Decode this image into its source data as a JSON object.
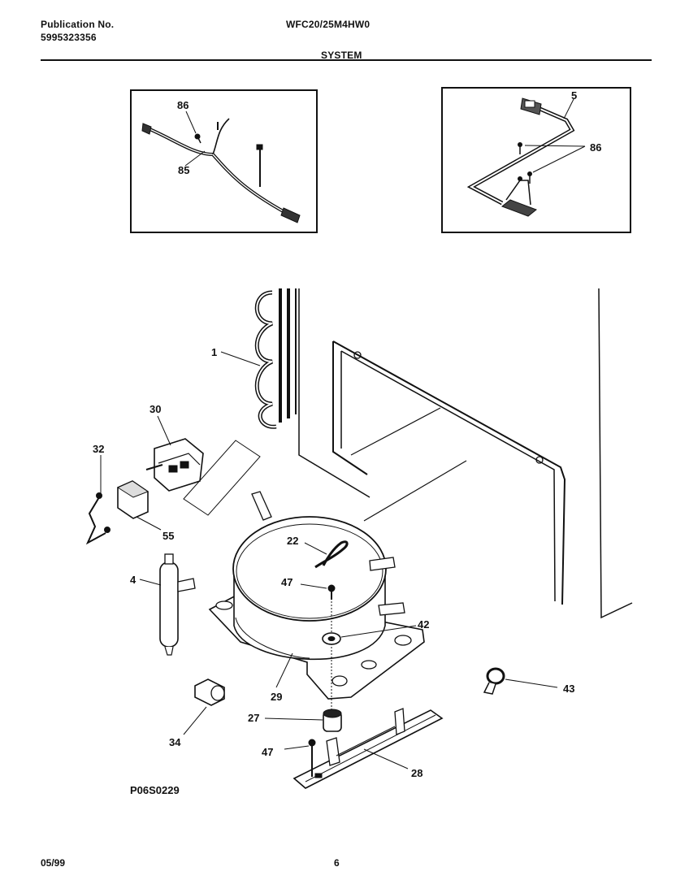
{
  "header": {
    "publication_label": "Publication No.",
    "publication_number": "5995323356",
    "model": "WFC20/25M4HW0",
    "section": "SYSTEM"
  },
  "callouts": {
    "p86_top_left": "86",
    "p85": "85",
    "p5": "5",
    "p86_top_right": "86",
    "p1": "1",
    "p30": "30",
    "p32": "32",
    "p55": "55",
    "p4": "4",
    "p22": "22",
    "p47_upper": "47",
    "p42": "42",
    "p29": "29",
    "p27": "27",
    "p34": "34",
    "p47_lower": "47",
    "p28": "28",
    "p43": "43"
  },
  "figure_id": "P06S0229",
  "footer": {
    "date": "05/99",
    "page": "6"
  }
}
